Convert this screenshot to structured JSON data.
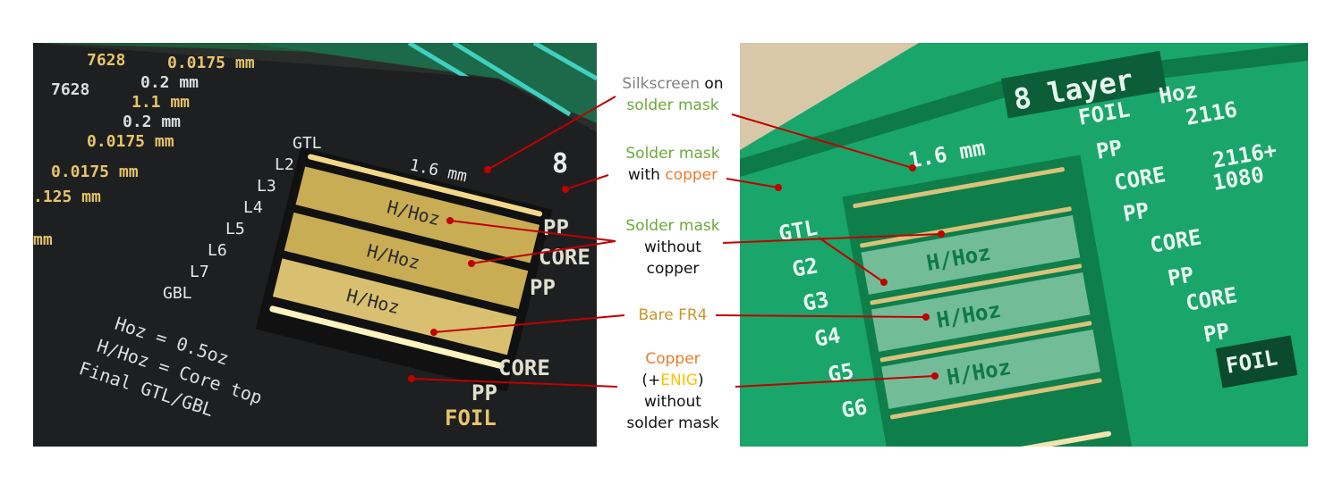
{
  "labels": {
    "silkscreen": {
      "word1": "Silkscreen",
      "word2": " on",
      "line2": "solder mask"
    },
    "mask_with_copper": {
      "line1": "Solder mask",
      "word1": "with ",
      "word2": "copper"
    },
    "mask_without_copper": {
      "line1": "Solder mask",
      "line2": "without",
      "line3": "copper"
    },
    "bare_fr4": {
      "line1": "Bare FR4"
    },
    "copper": {
      "line1": "Copper",
      "open": "(+",
      "enig": "ENIG",
      "close": ")",
      "line3": "without",
      "line4": "solder mask"
    }
  },
  "photo_left": {
    "thickness": "1.6 mm",
    "layers": [
      "GTL",
      "L2",
      "L3",
      "L4",
      "L5",
      "L6",
      "L7",
      "GBL"
    ],
    "copper_labels": [
      "H/Hoz",
      "H/Hoz",
      "H/Hoz"
    ],
    "stack_top": [
      "7628",
      "0.0175 mm",
      "0.2 mm",
      "7628",
      "1.1 mm",
      "0.2 mm",
      "0.0175 mm",
      "0.0175 mm",
      ".125 mm",
      "mm"
    ],
    "stack_right": [
      "8",
      "PP",
      "CORE",
      "PP",
      "CORE",
      "PP",
      "FOIL"
    ],
    "notes": [
      "Hoz = 0.5oz",
      "H/Hoz = Core top",
      "Final GTL/GBL"
    ]
  },
  "photo_right": {
    "title": "8 layer",
    "thickness": "1.6 mm",
    "layers": [
      "GTL",
      "G2",
      "G3",
      "G4",
      "G5",
      "G6"
    ],
    "copper_labels": [
      "H/Hoz",
      "H/Hoz",
      "H/Hoz"
    ],
    "stack": [
      "FOIL",
      "Hoz",
      "2116",
      "PP",
      "CORE",
      "2116+",
      "1080",
      "PP",
      "CORE",
      "PP",
      "CORE",
      "PP",
      "FOIL"
    ]
  },
  "colors": {
    "leader": "#c00000",
    "green_label": "#6aaa3a",
    "orange_label": "#ea7c2b",
    "gold_label": "#c8962a",
    "enig": "#ffc000",
    "grey_label": "#7f7f7f"
  }
}
